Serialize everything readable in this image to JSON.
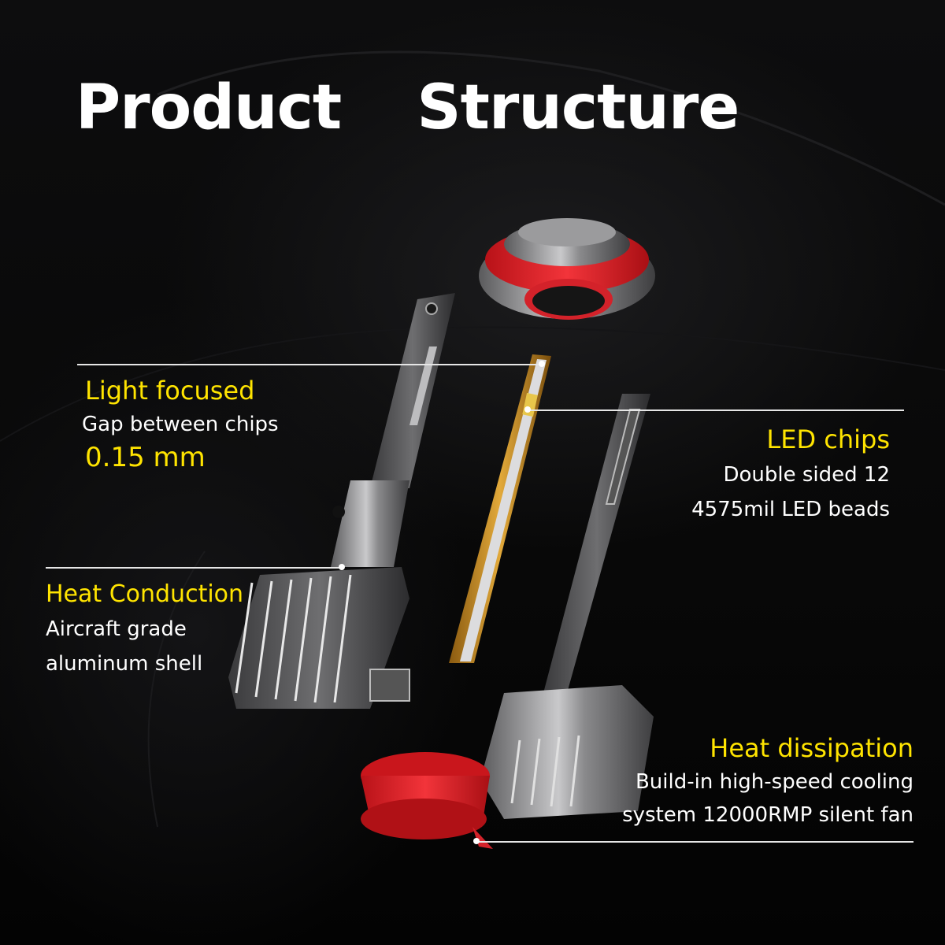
{
  "title": "Product  Structure",
  "colors": {
    "background": "#050505",
    "accent_yellow": "#ffe400",
    "text_white": "#ffffff",
    "red_part": "#e5252b"
  },
  "callouts": {
    "light_focused": {
      "heading": "Light focused",
      "line1": "Gap between chips",
      "value": "0.15 mm"
    },
    "led_chips": {
      "heading": "LED chips",
      "line1": "Double sided 12",
      "line2": "4575mil LED beads"
    },
    "heat_conduction": {
      "heading": "Heat Conduction",
      "line1": "Aircraft grade",
      "line2": "aluminum shell"
    },
    "heat_dissipation": {
      "heading": "Heat dissipation",
      "line1": "Build-in high-speed cooling",
      "line2": "system 12000RMP silent fan"
    }
  },
  "illustration": {
    "parts": [
      "red-mounting-ring",
      "left-aluminum-housing",
      "led-chip-board",
      "right-aluminum-housing",
      "red-cooling-fan"
    ]
  }
}
